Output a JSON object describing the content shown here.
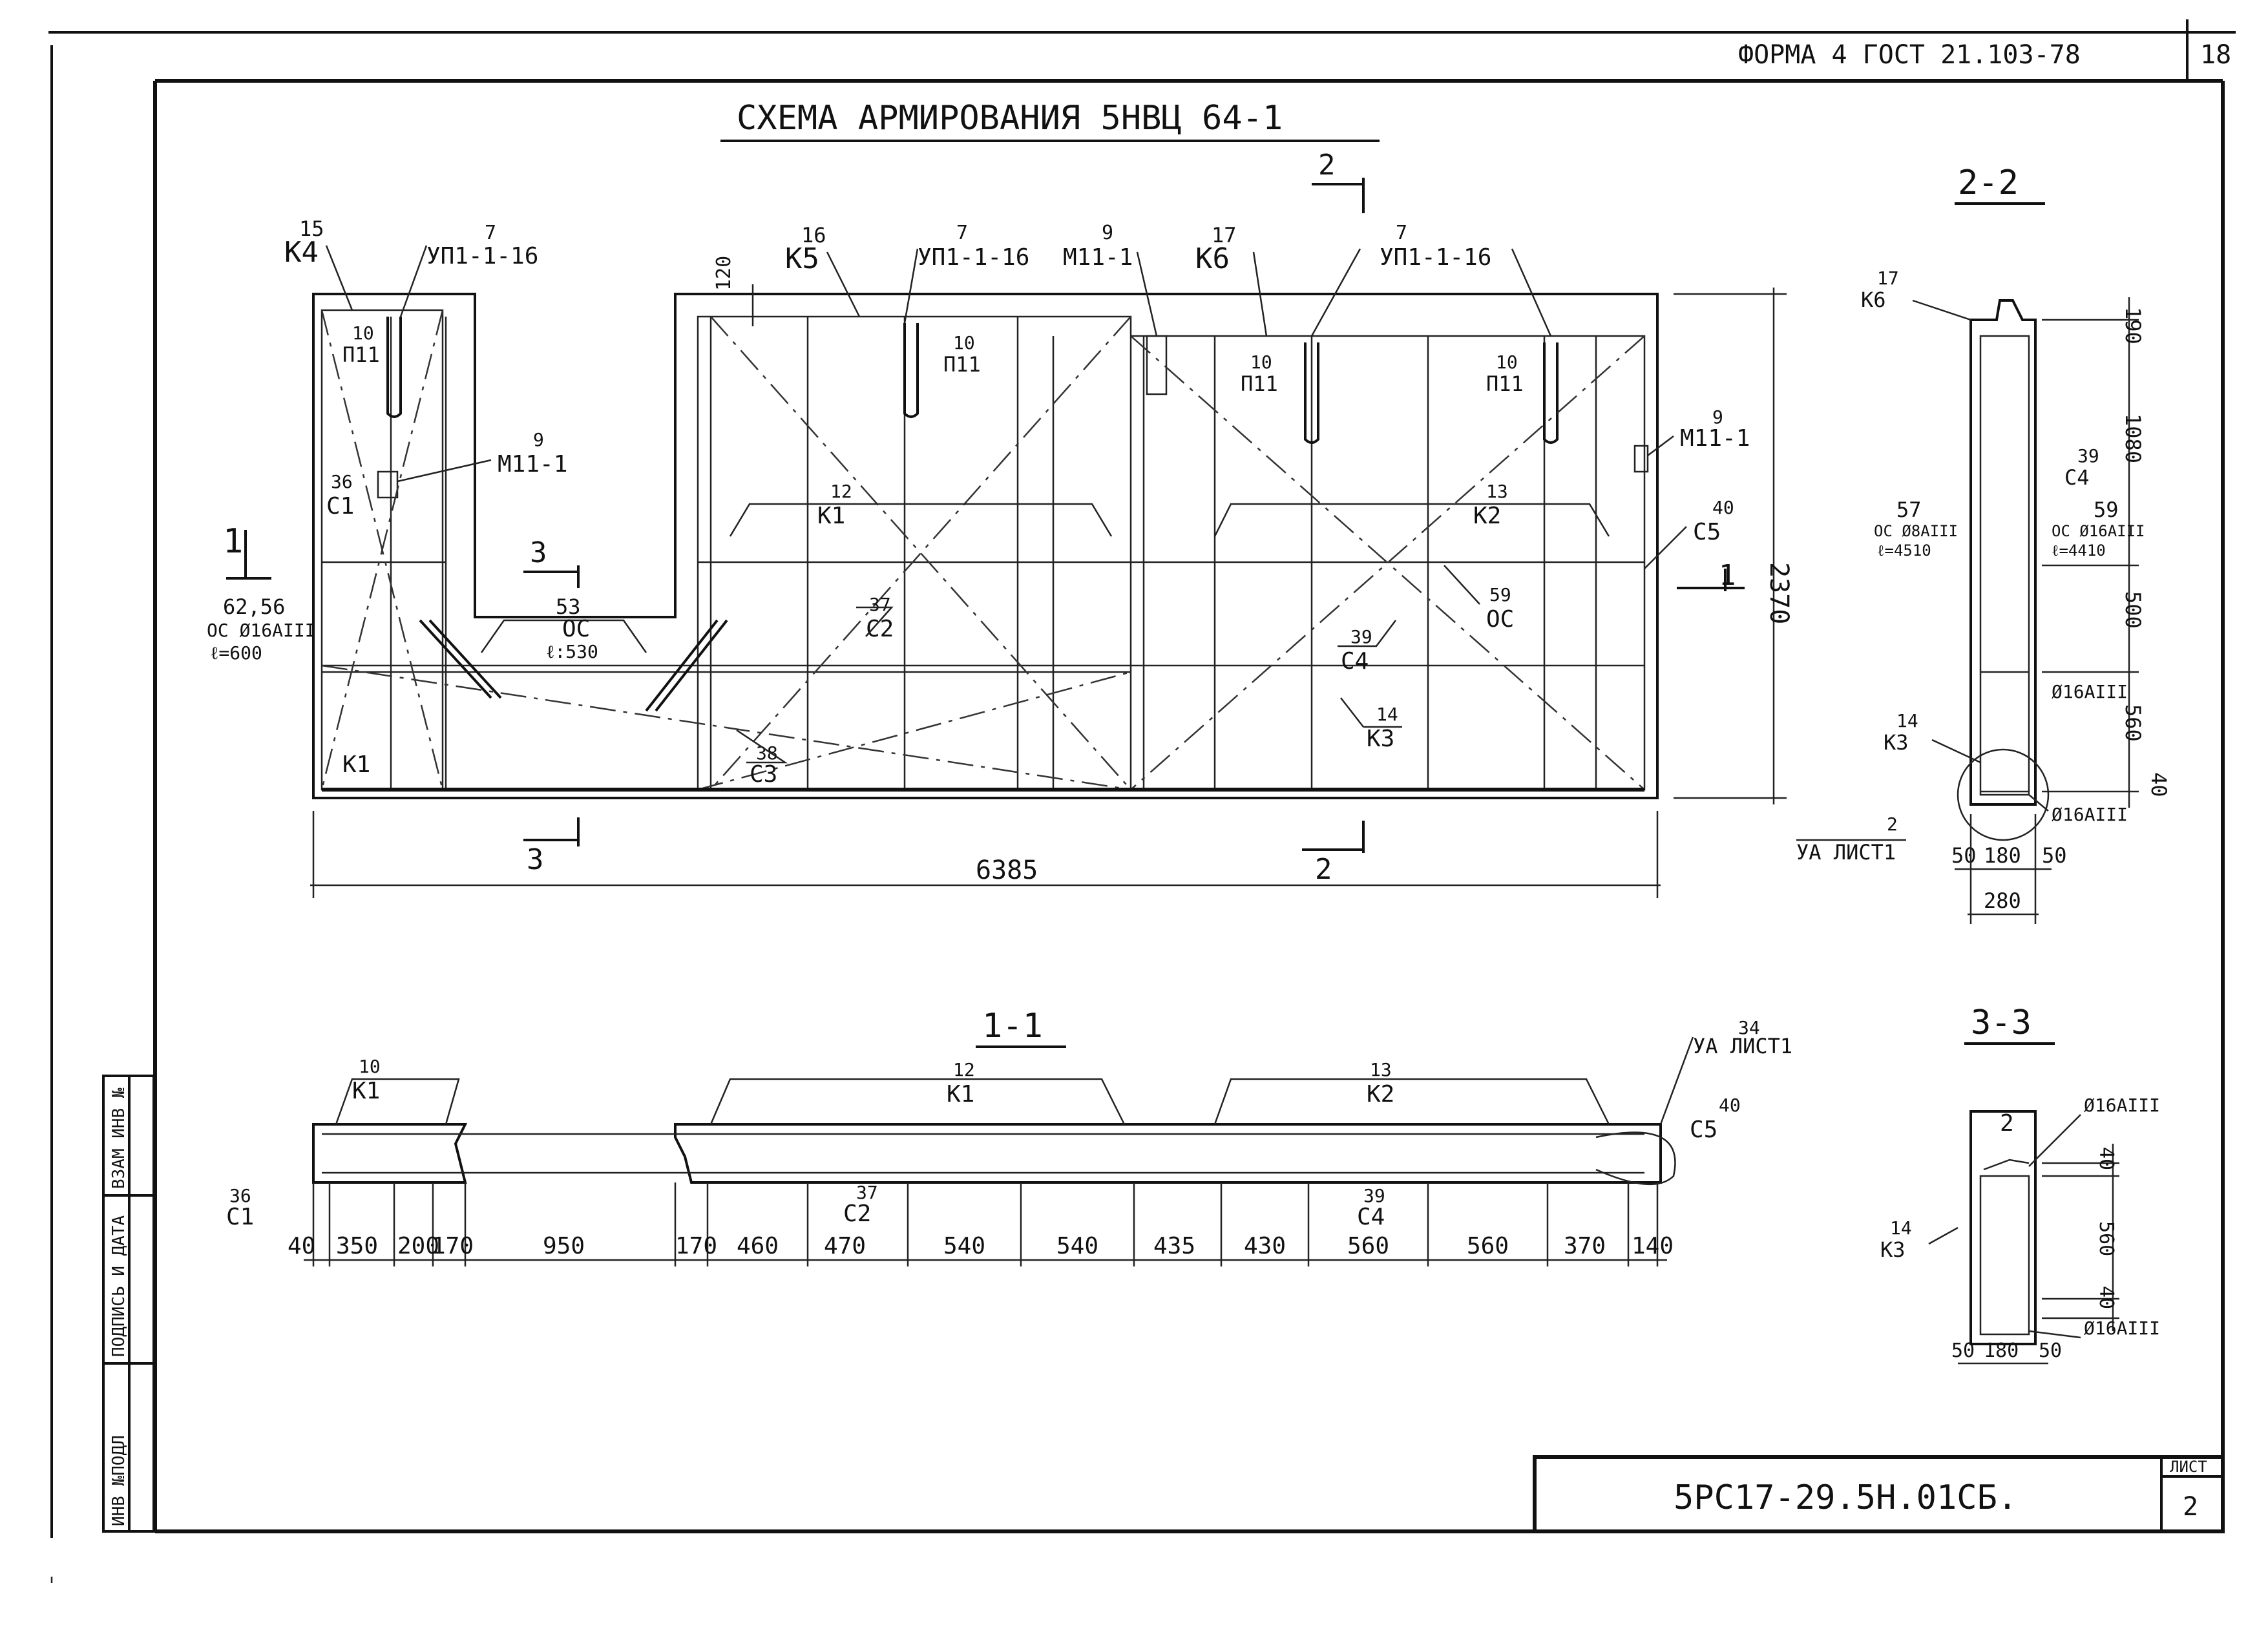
{
  "header": {
    "form_label": "ФОРМА 4 ГОСТ 21.103-78",
    "corner_number": "18"
  },
  "title": "СХЕМА АРМИРОВАНИЯ 5НВЦ 64-1",
  "sections": {
    "s11": "1-1",
    "s22": "2-2",
    "s33": "3-3"
  },
  "cut_marks": {
    "m1": "1",
    "m2": "2",
    "m3": "3"
  },
  "elevation": {
    "labels": {
      "k4_num": "15",
      "k4": "К4",
      "up1_num": "7",
      "up1": "УП1-1-16",
      "k5_num": "16",
      "k5": "К5",
      "up2_num": "7",
      "up2": "УП1-1-16",
      "m11_top_num": "9",
      "m11_top": "М11-1",
      "k6_num": "17",
      "k6": "К6",
      "up3_num": "7",
      "up3": "УП1-1-16",
      "p11a_num": "10",
      "p11a": "П11",
      "p11b_num": "10",
      "p11b": "П11",
      "p11c_num": "10",
      "p11c": "П11",
      "p11d_num": "10",
      "p11d": "П11",
      "m11_left_num": "9",
      "m11_left": "М11-1",
      "m11_right_num": "9",
      "m11_right": "М11-1",
      "c1_num": "36",
      "c1": "С1",
      "k1a_num": "12",
      "k1a": "К1",
      "k2a_num": "13",
      "k2a": "К2",
      "c5_num": "40",
      "c5": "С5",
      "bar62_num": "62,56",
      "bar62_spec": "ОС Ø16АIII",
      "bar62_len": "ℓ=600",
      "oc53_num": "53",
      "oc53": "ОС",
      "oc53_len": "ℓ:530",
      "c2_num": "37",
      "c2": "С2",
      "oc59_num": "59",
      "oc59": "ОС",
      "c4_num": "39",
      "c4": "С4",
      "k3_num": "14",
      "k3": "К3",
      "c3_num": "38",
      "c3": "С3",
      "k1_bottom": "К1"
    },
    "dims": {
      "width": "6385",
      "height": "2370",
      "top_offset": "120"
    }
  },
  "section22": {
    "k6_num": "17",
    "k6": "К6",
    "c4_num": "39",
    "c4": "С4",
    "bar57_num": "57",
    "bar57_spec": "ОС Ø8АIII",
    "bar57_len": "ℓ=4510",
    "bar59_num": "59",
    "bar59_spec": "ОС Ø16АIII",
    "bar59_len": "ℓ=4410",
    "rebar1": "Ø16АIII",
    "rebar2": "Ø16АIII",
    "k3_num": "14",
    "k3": "К3",
    "ua_num": "2",
    "ua": "УА ЛИСТ1",
    "dims_v": [
      "190",
      "1080",
      "500",
      "560",
      "40"
    ],
    "dims_h": [
      "50",
      "180",
      "50"
    ],
    "dim_total": "280"
  },
  "section11": {
    "k1a_num": "10",
    "k1a": "К1",
    "k1b_num": "12",
    "k1b": "К1",
    "k2_num": "13",
    "k2": "К2",
    "ua_num": "34",
    "ua": "УА ЛИСТ1",
    "c5_num": "40",
    "c5": "С5",
    "c1_num": "36",
    "c1": "С1",
    "c2_num": "37",
    "c2": "С2",
    "c4_num": "39",
    "c4": "С4",
    "dims": [
      "40",
      "350",
      "200",
      "170",
      "950",
      "170",
      "460",
      "470",
      "540",
      "540",
      "435",
      "430",
      "560",
      "560",
      "370",
      "140"
    ]
  },
  "section33": {
    "top_mark": "2",
    "rebar1": "Ø16АIII",
    "rebar2": "Ø16АIII",
    "k3_num": "14",
    "k3": "К3",
    "dims_v": [
      "40",
      "560",
      "40"
    ],
    "dims_h": [
      "50",
      "180",
      "50"
    ]
  },
  "stamp": {
    "code": "5РС17-29.5Н.01СБ.",
    "sheet_label": "ЛИСТ",
    "sheet_number": "2"
  },
  "sidebar": {
    "inv": "ИНВ №ПОДЛ",
    "sign": "ПОДПИСЬ И ДАТА",
    "vzam": "ВЗАМ ИНВ №"
  }
}
